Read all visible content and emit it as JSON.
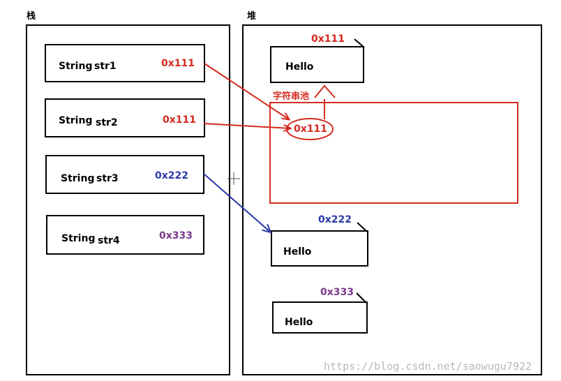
{
  "colors": {
    "red": "#d42a1e",
    "blue": "#2b3aa8",
    "purple": "#7a3a8c",
    "black": "#000000"
  },
  "stack": {
    "label": "栈",
    "vars": [
      {
        "type": "String",
        "name": "str1",
        "addr": "0x111",
        "color": "#d42a1e"
      },
      {
        "type": "String",
        "name": "str2",
        "addr": "0x111",
        "color": "#d42a1e"
      },
      {
        "type": "String",
        "name": "str3",
        "addr": "0x222",
        "color": "#2b3aa8"
      },
      {
        "type": "String",
        "name": "str4",
        "addr": "0x333",
        "color": "#7a3a8c"
      }
    ]
  },
  "heap": {
    "label": "堆",
    "pool_label": "字符串池",
    "pool_ref": {
      "addr": "0x111",
      "color": "#d42a1e"
    },
    "objects": [
      {
        "addr": "0x111",
        "value": "Hello",
        "color": "#d42a1e"
      },
      {
        "addr": "0x222",
        "value": "Hello",
        "color": "#2b3aa8"
      },
      {
        "addr": "0x333",
        "value": "Hello",
        "color": "#7a3a8c"
      }
    ]
  },
  "watermark": "https://blog.csdn.net/saowugu7922"
}
